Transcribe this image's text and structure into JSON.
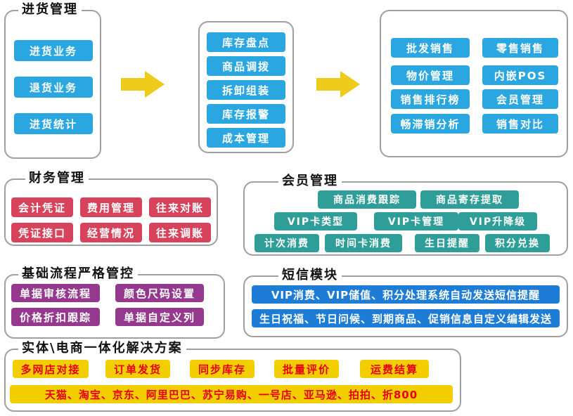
{
  "purchase": {
    "title": "进货管理",
    "items": [
      "进货业务",
      "退货业务",
      "进货统计"
    ]
  },
  "inventory": {
    "items": [
      "库存盘点",
      "商品调拨",
      "拆卸组装",
      "库存报警",
      "成本管理"
    ]
  },
  "sales": {
    "left": [
      "批发销售",
      "物价管理",
      "销售排行榜",
      "畅滞销分析"
    ],
    "right": [
      "零售销售",
      "内嵌POS",
      "会员管理",
      "销售对比"
    ]
  },
  "finance": {
    "title": "财务管理",
    "items": [
      "会计凭证",
      "费用管理",
      "往来对账",
      "凭证接口",
      "经营情况",
      "往来调账"
    ]
  },
  "member": {
    "title": "会员管理",
    "row1": [
      "商品消费跟踪",
      "商品寄存提取"
    ],
    "row2": [
      "VIP卡类型",
      "VIP卡管理",
      "VIP升降级"
    ],
    "row3": [
      "计次消费",
      "时间卡消费",
      "生日提醒",
      "积分兑换"
    ]
  },
  "process": {
    "title": "基础流程严格管控",
    "items": [
      "单据审核流程",
      "颜色尺码设置",
      "价格折扣跟踪",
      "单据自定义列"
    ]
  },
  "sms": {
    "title": "短信模块",
    "lines": [
      "VIP消费、VIP储值、积分处理系统自动发送短信提醒",
      "生日祝福、节日问候、到期商品、促销信息自定义编辑发送"
    ]
  },
  "ecommerce": {
    "title": "实体\\电商一体化解决方案",
    "items": [
      "多网店对接",
      "订单发货",
      "同步库存",
      "批量评价",
      "运费结算"
    ],
    "platforms": "天猫、淘宝、京东、阿里巴巴、苏宁易购、一号店、亚马逊、拍拍、折800"
  },
  "colors": {
    "blue": "#2aa7e0",
    "red": "#d6435b",
    "teal": "#2f9e98",
    "purple": "#95398f",
    "smsblue": "#1d7cd5",
    "yellow": "#f2cd00",
    "yellowText": "#e60012",
    "arrow": "#eecb1a",
    "border": "#9f9f9f",
    "title": "#111111"
  }
}
